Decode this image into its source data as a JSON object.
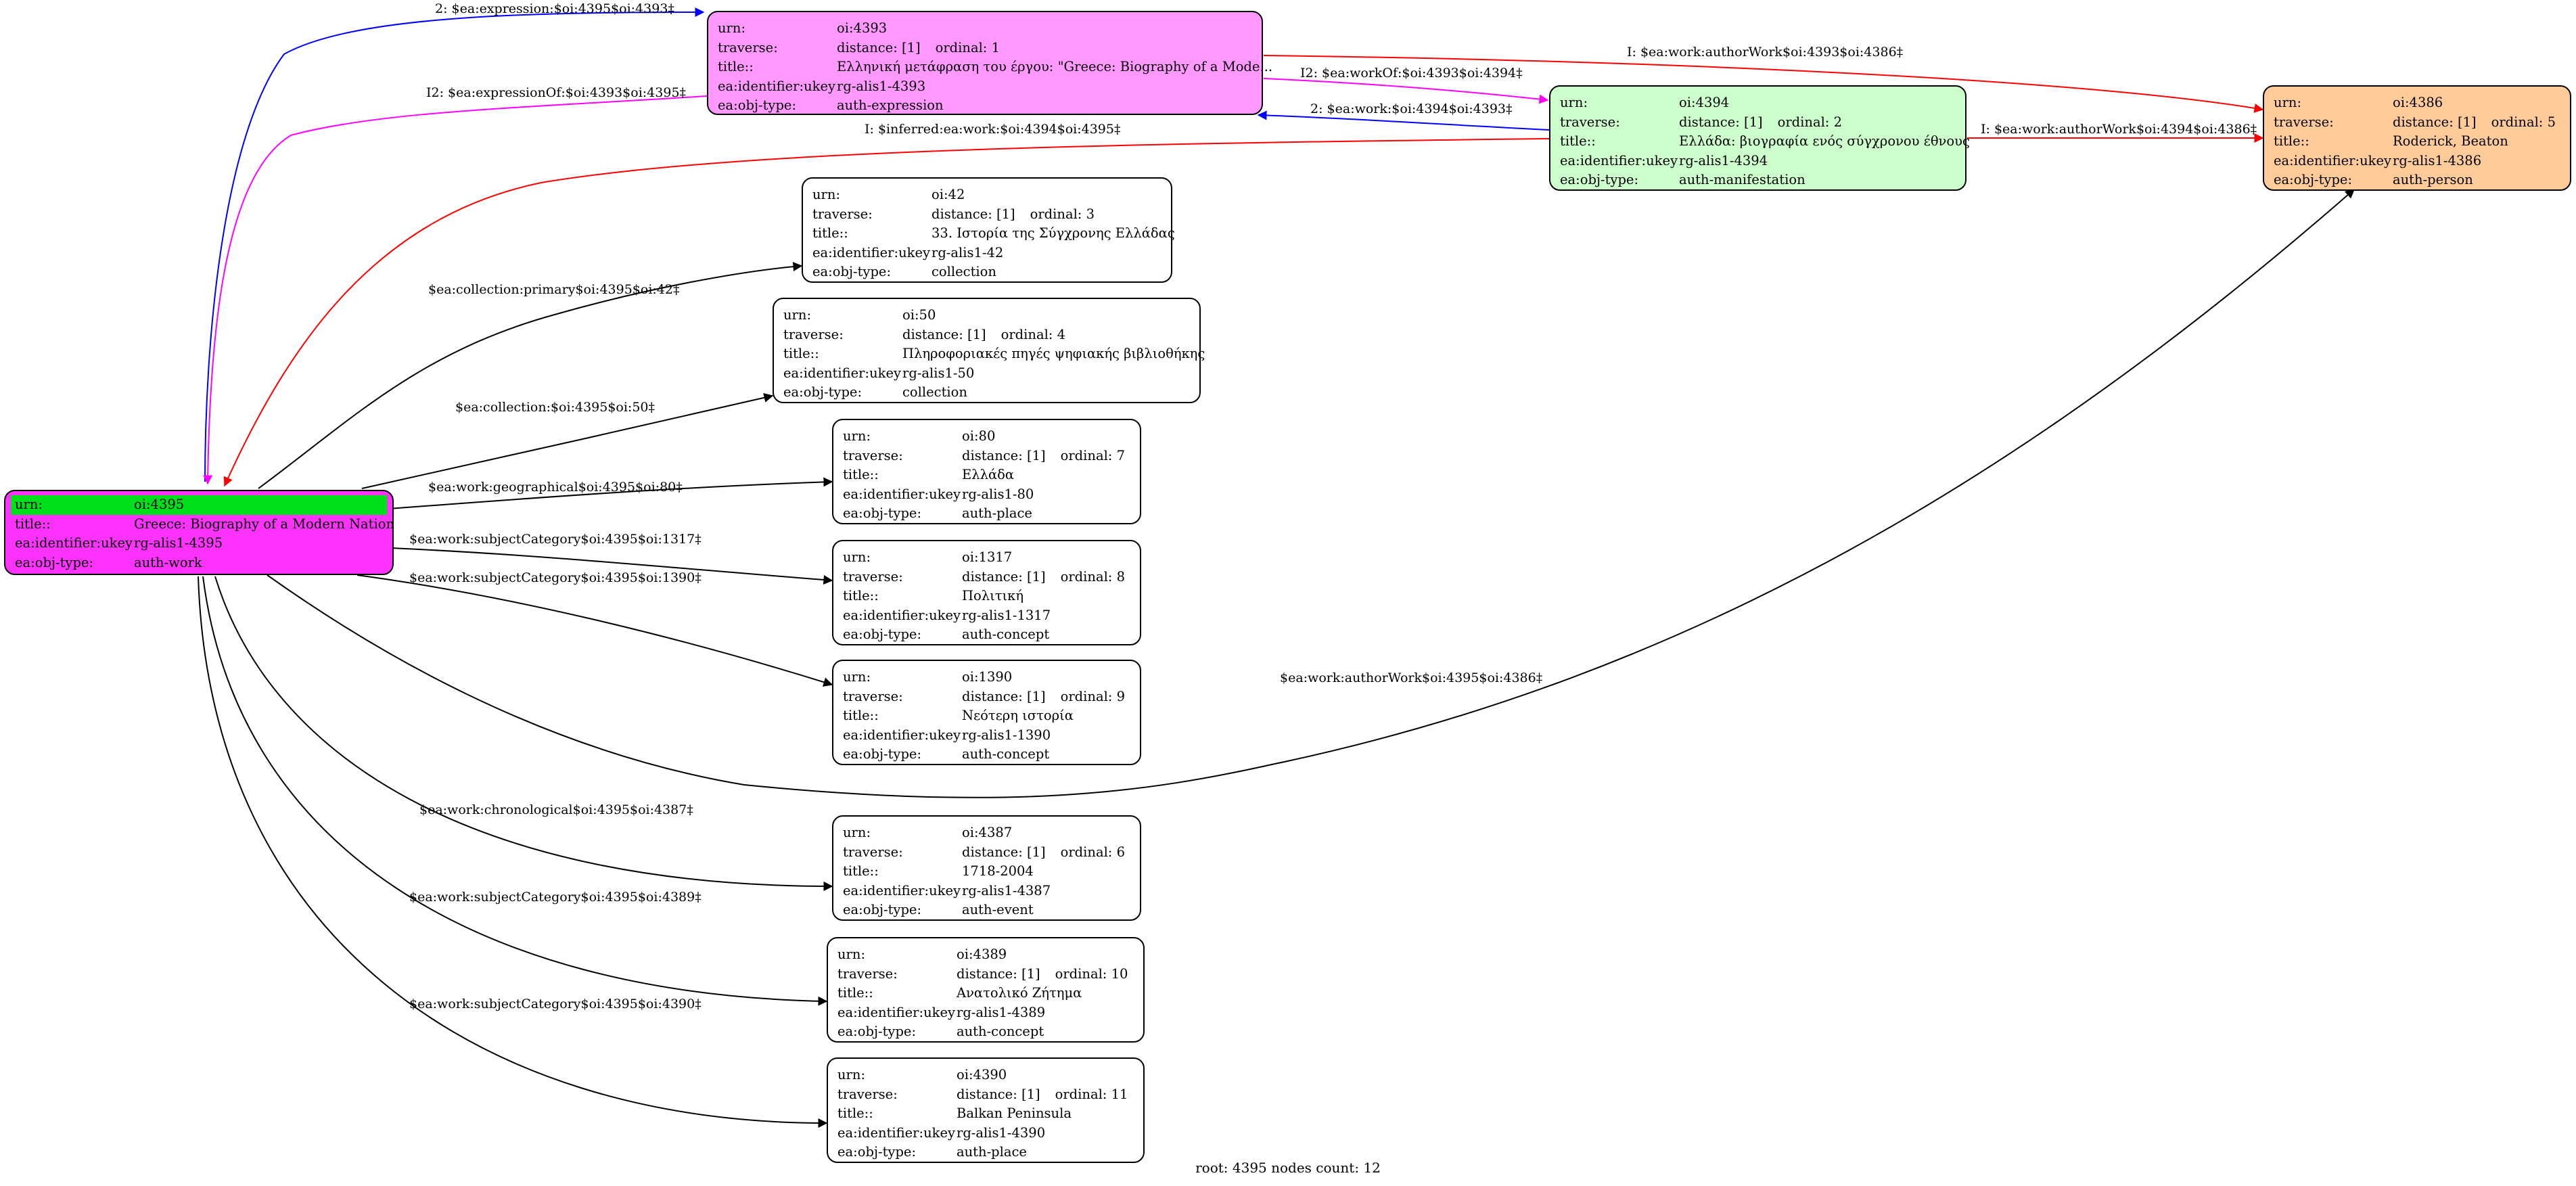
{
  "colors": {
    "root_fill": "#fd33fd",
    "root_highlight": "#00e01a",
    "expression_fill": "#ff99ff",
    "manifestation_fill": "#ccffcc",
    "person_fill": "#ffcc99",
    "default_fill": "#ffffff",
    "edge_black": "#000000",
    "edge_blue": "#0000ff",
    "edge_magenta": "#ff00ff",
    "edge_red": "#ff0000"
  },
  "root": {
    "rows": [
      {
        "k": "urn:",
        "v": "oi:4395"
      },
      {
        "k": "title::",
        "v": "Greece: Biography of a Modern Nation"
      },
      {
        "k": "ea:identifier:ukey",
        "v": "rg-alis1-4395"
      },
      {
        "k": "ea:obj-type:",
        "v": "auth-work"
      }
    ]
  },
  "nodes": [
    {
      "id": "n4393",
      "urn": "oi:4393",
      "distance": "distance: [1]",
      "ordinal": "ordinal: 1",
      "title": "Ελληνική μετάφραση του έργου: \"Greece: Biography of a Mode...",
      "ukey": "rg-alis1-4393",
      "type": "auth-expression"
    },
    {
      "id": "n4394",
      "urn": "oi:4394",
      "distance": "distance: [1]",
      "ordinal": "ordinal: 2",
      "title": "Ελλάδα: βιογραφία ενός σύγχρονου έθνους",
      "ukey": "rg-alis1-4394",
      "type": "auth-manifestation"
    },
    {
      "id": "n4386",
      "urn": "oi:4386",
      "distance": "distance: [1]",
      "ordinal": "ordinal: 5",
      "title": "Roderick, Beaton",
      "ukey": "rg-alis1-4386",
      "type": "auth-person"
    },
    {
      "id": "n42",
      "urn": "oi:42",
      "distance": "distance: [1]",
      "ordinal": "ordinal: 3",
      "title": "33. Ιστορία της Σύγχρονης Ελλάδας",
      "ukey": "rg-alis1-42",
      "type": "collection"
    },
    {
      "id": "n50",
      "urn": "oi:50",
      "distance": "distance: [1]",
      "ordinal": "ordinal: 4",
      "title": "Πληροφοριακές πηγές ψηφιακής βιβλιοθήκης",
      "ukey": "rg-alis1-50",
      "type": "collection"
    },
    {
      "id": "n80",
      "urn": "oi:80",
      "distance": "distance: [1]",
      "ordinal": "ordinal: 7",
      "title": "Ελλάδα",
      "ukey": "rg-alis1-80",
      "type": "auth-place"
    },
    {
      "id": "n1317",
      "urn": "oi:1317",
      "distance": "distance: [1]",
      "ordinal": "ordinal: 8",
      "title": "Πολιτική",
      "ukey": "rg-alis1-1317",
      "type": "auth-concept"
    },
    {
      "id": "n1390",
      "urn": "oi:1390",
      "distance": "distance: [1]",
      "ordinal": "ordinal: 9",
      "title": "Νεότερη ιστορία",
      "ukey": "rg-alis1-1390",
      "type": "auth-concept"
    },
    {
      "id": "n4387",
      "urn": "oi:4387",
      "distance": "distance: [1]",
      "ordinal": "ordinal: 6",
      "title": "1718-2004",
      "ukey": "rg-alis1-4387",
      "type": "auth-event"
    },
    {
      "id": "n4389",
      "urn": "oi:4389",
      "distance": "distance: [1]",
      "ordinal": "ordinal: 10",
      "title": "Ανατολικό Ζήτημα",
      "ukey": "rg-alis1-4389",
      "type": "auth-concept"
    },
    {
      "id": "n4390",
      "urn": "oi:4390",
      "distance": "distance: [1]",
      "ordinal": "ordinal: 11",
      "title": "Balkan Peninsula",
      "ukey": "rg-alis1-4390",
      "type": "auth-place"
    }
  ],
  "labels": {
    "urn": "urn:",
    "traverse": "traverse:",
    "title": "title::",
    "ukey": "ea:identifier:ukey",
    "type": "ea:obj-type:"
  },
  "edges": [
    {
      "label": "2: $ea:expression:$oi:4395$oi:4393‡",
      "color": "edge_blue"
    },
    {
      "label": "I2: $ea:expressionOf:$oi:4393$oi:4395‡",
      "color": "edge_magenta"
    },
    {
      "label": "I: $inferred:ea:work:$oi:4394$oi:4395‡",
      "color": "edge_red"
    },
    {
      "label": "I: $ea:work:authorWork$oi:4393$oi:4386‡",
      "color": "edge_red"
    },
    {
      "label": "I2: $ea:workOf:$oi:4393$oi:4394‡",
      "color": "edge_magenta"
    },
    {
      "label": "2: $ea:work:$oi:4394$oi:4393‡",
      "color": "edge_blue"
    },
    {
      "label": "I: $ea:work:authorWork$oi:4394$oi:4386‡",
      "color": "edge_red"
    },
    {
      "label": "$ea:collection:primary$oi:4395$oi:42‡",
      "color": "edge_black"
    },
    {
      "label": "$ea:collection:$oi:4395$oi:50‡",
      "color": "edge_black"
    },
    {
      "label": "$ea:work:geographical$oi:4395$oi:80‡",
      "color": "edge_black"
    },
    {
      "label": "$ea:work:subjectCategory$oi:4395$oi:1317‡",
      "color": "edge_black"
    },
    {
      "label": "$ea:work:subjectCategory$oi:4395$oi:1390‡",
      "color": "edge_black"
    },
    {
      "label": "$ea:work:authorWork$oi:4395$oi:4386‡",
      "color": "edge_black"
    },
    {
      "label": "$ea:work:chronological$oi:4395$oi:4387‡",
      "color": "edge_black"
    },
    {
      "label": "$ea:work:subjectCategory$oi:4395$oi:4389‡",
      "color": "edge_black"
    },
    {
      "label": "$ea:work:subjectCategory$oi:4395$oi:4390‡",
      "color": "edge_black"
    }
  ],
  "footer": "root: 4395 nodes count: 12"
}
